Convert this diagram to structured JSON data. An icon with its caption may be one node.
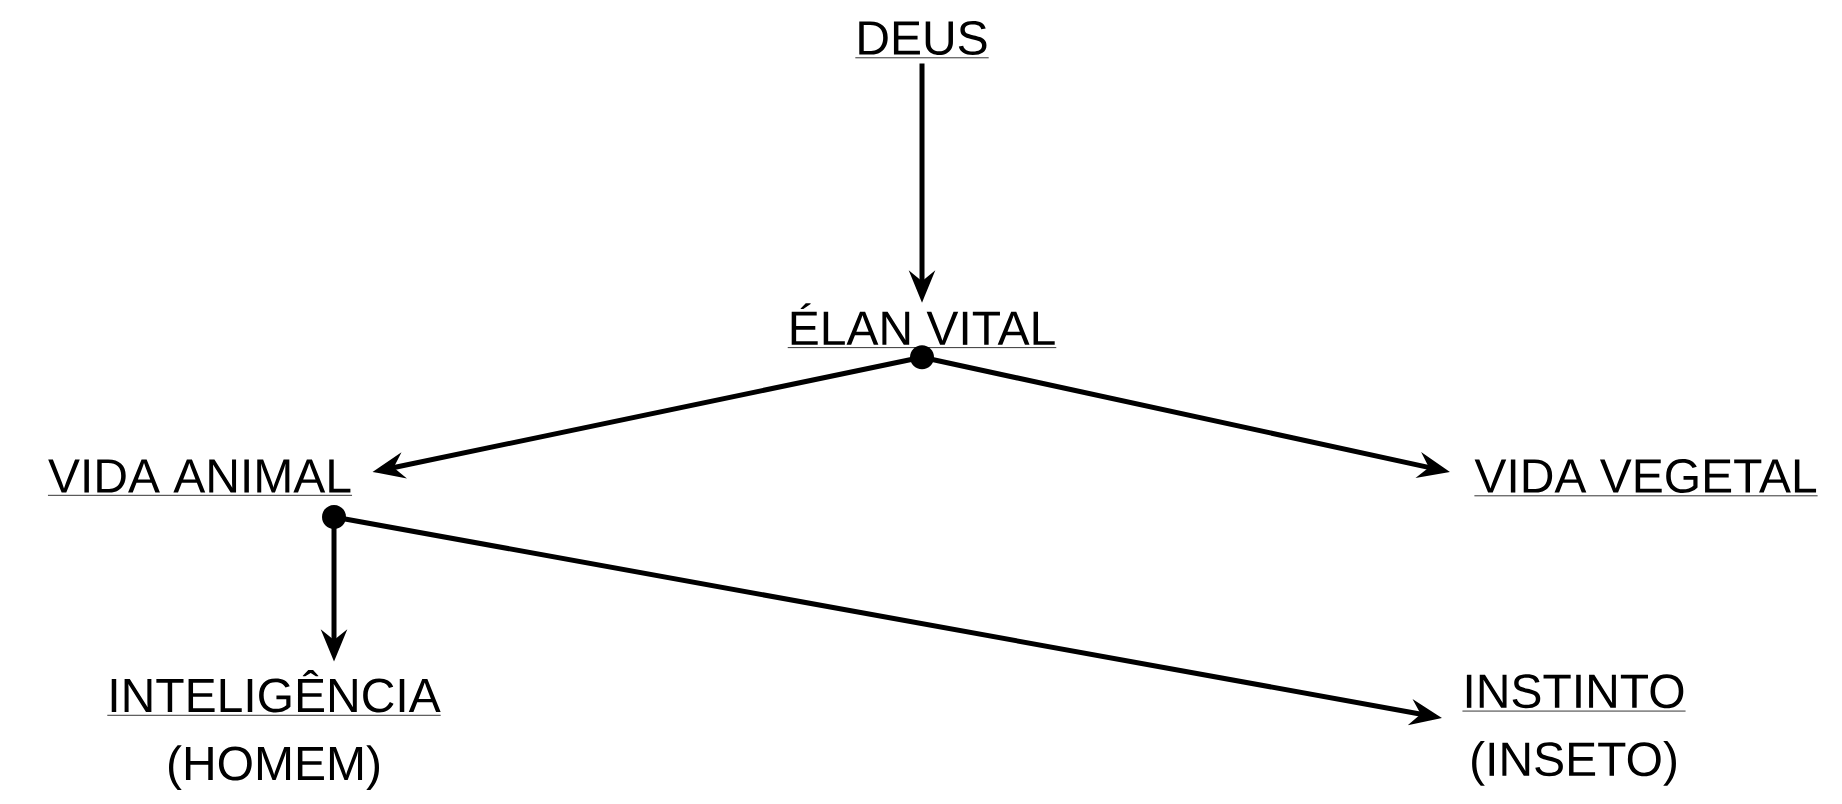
{
  "diagram": {
    "nodes": [
      {
        "text": [
          "DEUS"
        ]
      },
      {
        "text": [
          "ÉLAN VITAL"
        ]
      },
      {
        "text": [
          "VIDA ANIMAL"
        ]
      },
      {
        "text": [
          "VIDA VEGETAL"
        ]
      },
      {
        "text": [
          "INTELIGÊNCIA",
          "(HOMEM)"
        ]
      },
      {
        "text": [
          "INSTINTO",
          "(INSETO)"
        ]
      }
    ],
    "edges": [
      {
        "from": 0,
        "to": 1,
        "arrow": "to"
      },
      {
        "from": 1,
        "to": 2,
        "arrow": "to"
      },
      {
        "from": 1,
        "to": 3,
        "arrow": "to"
      },
      {
        "from": 2,
        "to": 4,
        "arrow": "to"
      },
      {
        "from": 2,
        "to": 5,
        "arrow": "to"
      }
    ]
  }
}
